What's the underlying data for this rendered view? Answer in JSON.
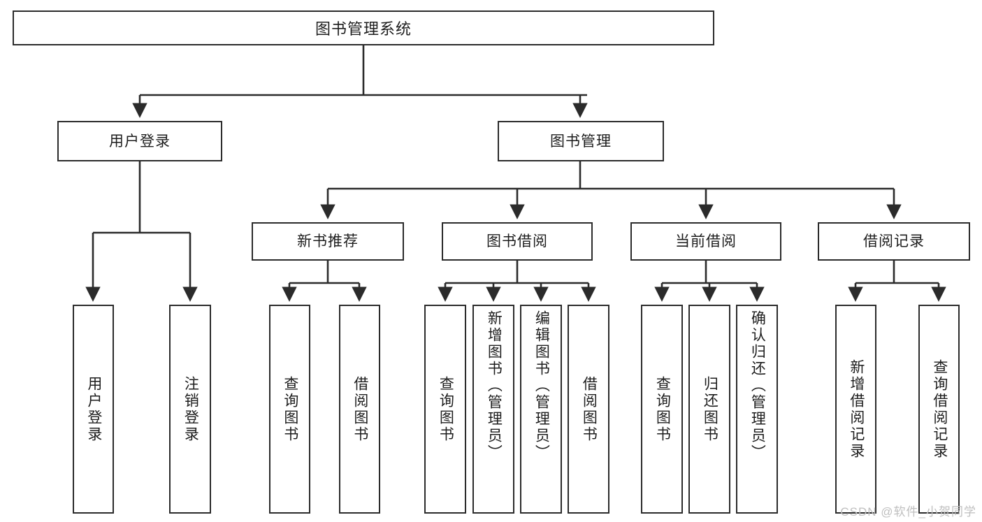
{
  "diagram": {
    "title": "图书管理系统",
    "type": "tree-hierarchy",
    "colors": {
      "box_border": "#2b2b2b",
      "box_fill": "#ffffff",
      "text": "#1d1d1d",
      "connector": "#2b2b2b",
      "watermark": "#bfbfbf"
    },
    "root": {
      "label": "图书管理系统"
    },
    "level1": [
      {
        "label": "用户登录"
      },
      {
        "label": "图书管理"
      }
    ],
    "level2": [
      {
        "label": "新书推荐"
      },
      {
        "label": "图书借阅"
      },
      {
        "label": "当前借阅"
      },
      {
        "label": "借阅记录"
      }
    ],
    "leaves": {
      "user_login": [
        {
          "label": "用户登录"
        },
        {
          "label": "注销登录"
        }
      ],
      "new_book_recommend": [
        {
          "label": "查询图书"
        },
        {
          "label": "借阅图书"
        }
      ],
      "book_borrow": [
        {
          "label": "查询图书"
        },
        {
          "label": "新增图书（管理员）"
        },
        {
          "label": "编辑图书（管理员）"
        },
        {
          "label": "借阅图书"
        }
      ],
      "current_borrow": [
        {
          "label": "查询图书"
        },
        {
          "label": "归还图书"
        },
        {
          "label": "确认归还（管理员）"
        }
      ],
      "borrow_record": [
        {
          "label": "新增借阅记录"
        },
        {
          "label": "查询借阅记录"
        }
      ]
    }
  },
  "watermark": {
    "text": "CSDN @软件_小贺同学"
  }
}
